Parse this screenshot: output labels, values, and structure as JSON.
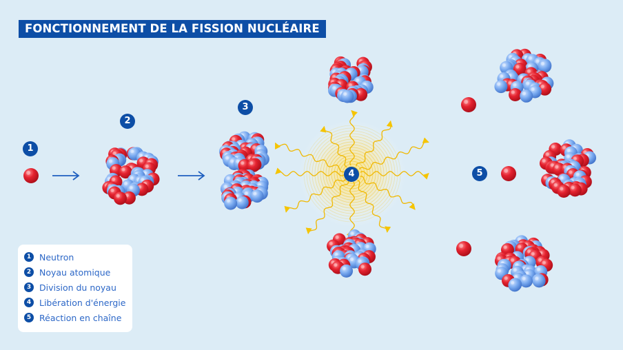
{
  "title": "FONCTIONNEMENT DE LA FISSION NUCLÉAIRE",
  "steps": {
    "s1": "1",
    "s2": "2",
    "s3": "3",
    "s4": "4",
    "s5": "5"
  },
  "legend": [
    {
      "num": "1",
      "label": "Neutron"
    },
    {
      "num": "2",
      "label": "Noyau atomique"
    },
    {
      "num": "3",
      "label": "Division du noyau"
    },
    {
      "num": "4",
      "label": "Libération d'énergie"
    },
    {
      "num": "5",
      "label": "Réaction en chaîne"
    }
  ],
  "colors": {
    "background": "#dcecf6",
    "title_bg": "#0d4ea6",
    "proton": "#e0202f",
    "neutron_particle": "#6ea4ef",
    "energy": "#f5c400",
    "arrow": "#1e5fbf"
  }
}
